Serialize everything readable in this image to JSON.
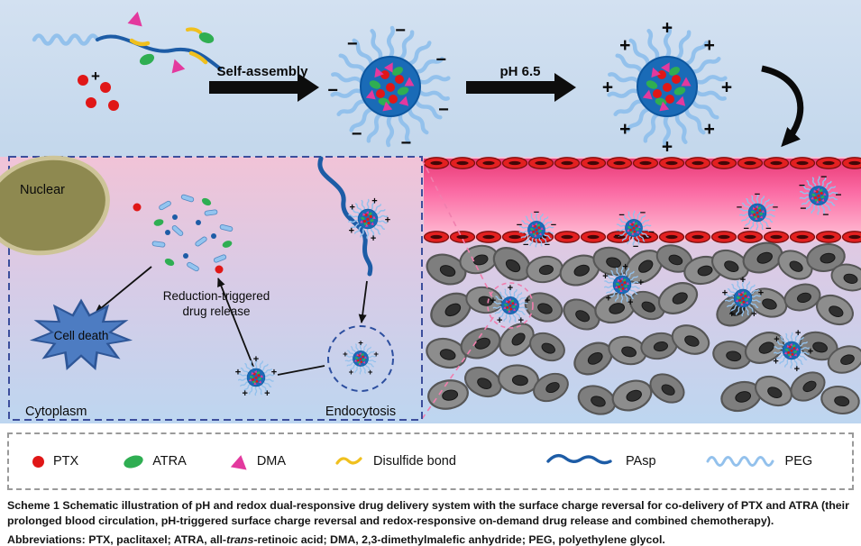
{
  "colors": {
    "peg": "#93c1ec",
    "pasp": "#1d5ca6",
    "ptx": "#e01717",
    "atra": "#2fae52",
    "dma": "#e3399e",
    "disulfide": "#f0c01e",
    "micelle_core": "#1a6bb7",
    "rbc": "#e32020",
    "tumor_cell": "#8d8d8d",
    "nucleus": "#8e8950",
    "cell_death": "#4d7cc2",
    "vessel_pink": "#fb6ba4",
    "charge_sign": "#000000"
  },
  "symbols": {
    "plus": "+",
    "minus": "−"
  },
  "top": {
    "self_assembly_label": "Self-assembly",
    "ph_label": "pH 6.5"
  },
  "cell": {
    "nuclear_label": "Nuclear",
    "cell_death_label": "Cell death",
    "drug_release_line1": "Reduction-triggered",
    "drug_release_line2": "drug release",
    "cytoplasm_label": "Cytoplasm",
    "endocytosis_label": "Endocytosis"
  },
  "legend": {
    "ptx": "PTX",
    "atra": "ATRA",
    "dma": "DMA",
    "disulfide": "Disulfide bond",
    "pasp": "PAsp",
    "peg": "PEG"
  },
  "caption": {
    "scheme_label": "Scheme 1",
    "scheme_text": "Schematic illustration of pH and redox dual-responsive drug delivery system with the surface charge reversal for co-delivery of PTX and ATRA (their prolonged blood circulation, pH-triggered surface charge reversal and redox-responsive on-demand drug release and combined chemotherapy).",
    "abbr_label": "Abbreviations:",
    "abbr_part1": "PTX, paclitaxel; ATRA, all-",
    "abbr_italic": "trans",
    "abbr_part2": "-retinoic acid; DMA, 2,3-dimethylmalefic anhydride; PEG, polyethylene glycol."
  }
}
